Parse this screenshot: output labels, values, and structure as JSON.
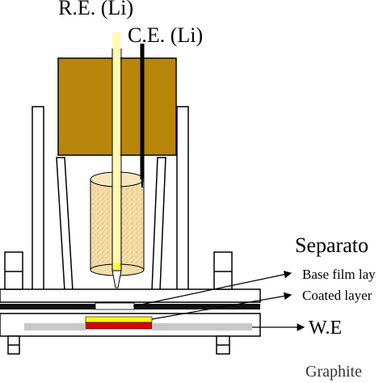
{
  "labels": {
    "reference_electrode": "R.E. (Li)",
    "counter_electrode": "C.E. (Li)",
    "separator": "Separato",
    "base_film_layer": "Base film lay",
    "coated_layer": "Coated layer",
    "working_electrode": "W.E",
    "graphite": "Graphite"
  },
  "colors": {
    "lid": "#b8860b",
    "electrolyte": "#f5deb3",
    "reference_rod": "#fff9b0",
    "separator_base": "#ffff00",
    "separator_coat": "#dd0000",
    "working_electrode": "#c8c8c8",
    "outline": "#000000"
  }
}
